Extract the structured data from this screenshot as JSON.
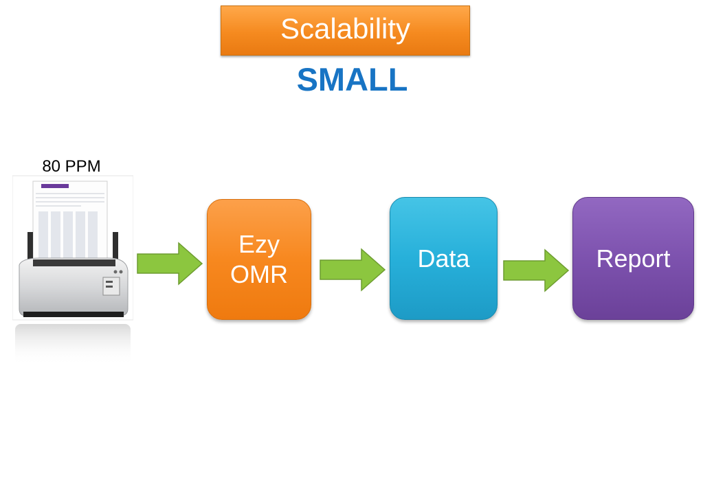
{
  "title": "Scalability",
  "subtitle": "SMALL",
  "scanner": {
    "speed_label": "80 PPM",
    "icon": "document-scanner-icon"
  },
  "flow": [
    {
      "label": "Ezy\nOMR",
      "color": "#f7881f"
    },
    {
      "label": "Data",
      "color": "#27b0da"
    },
    {
      "label": "Report",
      "color": "#7d52ae"
    }
  ],
  "colors": {
    "title_bg": "#f58a1f",
    "subtitle": "#1874c4",
    "arrow": "#8cc63f"
  }
}
